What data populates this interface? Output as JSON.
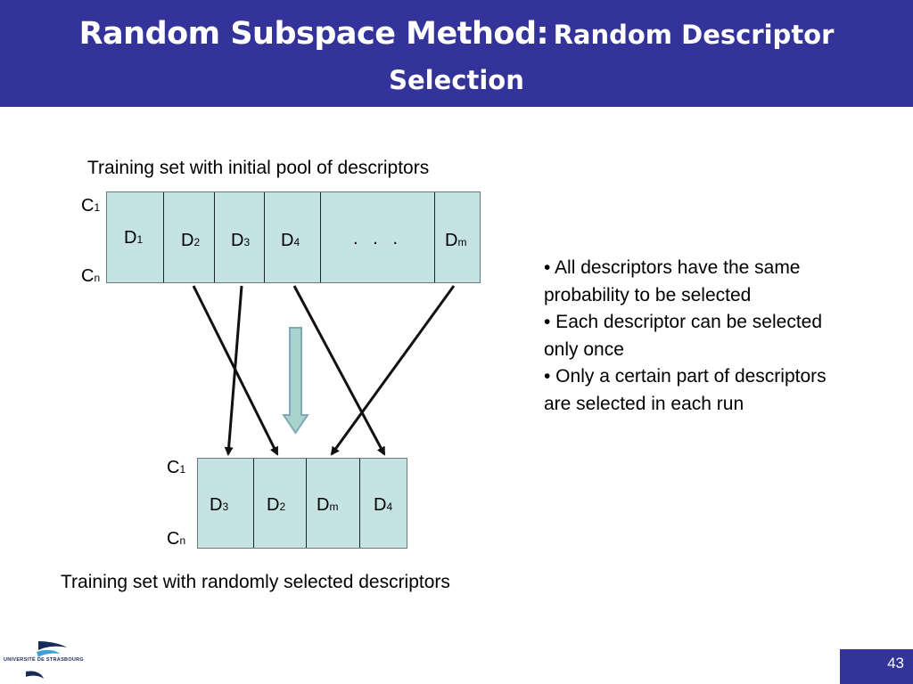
{
  "slide": {
    "title_main": "Random Subspace Method:",
    "title_sub_line1": "Random Descriptor",
    "title_sub_line2": "Selection",
    "page_number": "43"
  },
  "top_table": {
    "caption": "Training set with initial pool of descriptors",
    "row_first": {
      "base": "C",
      "sub": "1"
    },
    "row_last": {
      "base": "C",
      "sub": "n"
    },
    "columns": [
      {
        "base": "D",
        "sub": "1"
      },
      {
        "base": "D",
        "sub": "2"
      },
      {
        "base": "D",
        "sub": "3"
      },
      {
        "base": "D",
        "sub": "4"
      },
      {
        "base": ".   .   .",
        "sub": ""
      },
      {
        "base": "D",
        "sub": "m"
      }
    ]
  },
  "bottom_table": {
    "caption": "Training set with randomly selected descriptors",
    "row_first": {
      "base": "C",
      "sub": "1"
    },
    "row_last": {
      "base": "C",
      "sub": "n"
    },
    "columns": [
      {
        "base": "D",
        "sub": "3"
      },
      {
        "base": "D",
        "sub": "2"
      },
      {
        "base": "D",
        "sub": "m"
      },
      {
        "base": "D",
        "sub": "4"
      }
    ]
  },
  "bullets": [
    "• All descriptors have the same probability to be selected",
    "• Each descriptor can be selected only once",
    "• Only a certain part of descriptors are selected in each run"
  ],
  "logo": {
    "text": "UNIVERSITÉ DE STRASBOURG",
    "colors": {
      "swoosh_dark": "#1a2a5a",
      "swoosh_light": "#3aa0d8"
    }
  },
  "colors": {
    "header": "#333399",
    "table_fill": "#c5e3e3",
    "down_arrow_fill": "#a8d4cc"
  }
}
